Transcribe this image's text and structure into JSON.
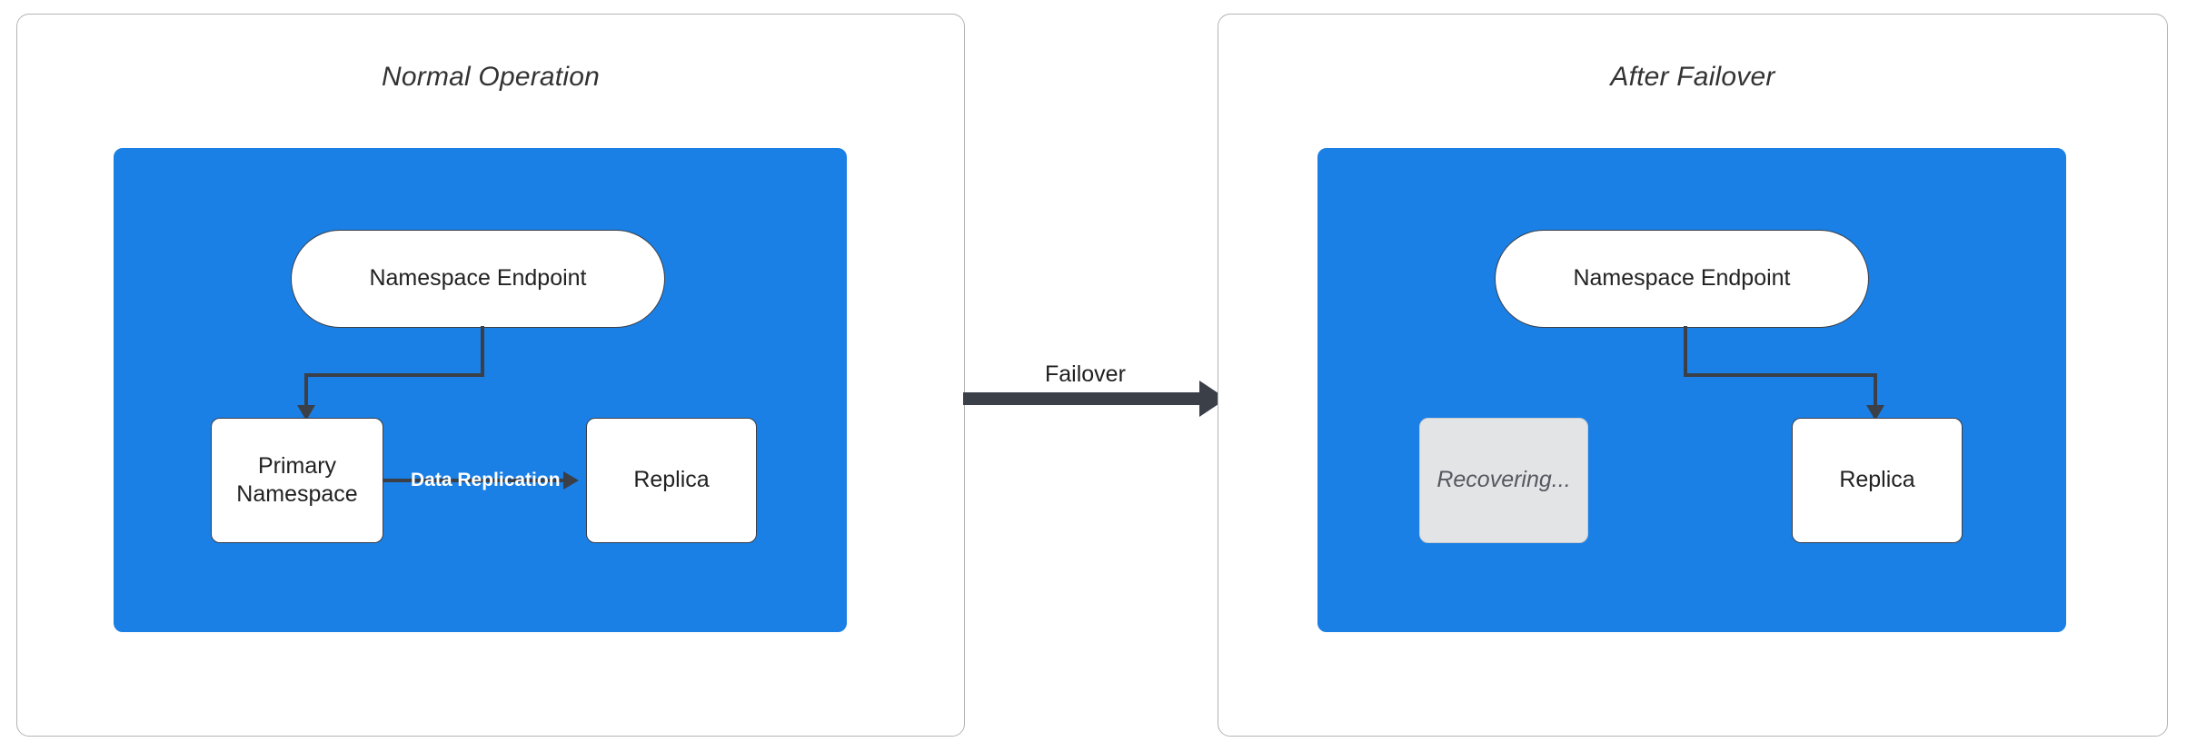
{
  "diagram": {
    "title_left": "Normal Operation",
    "title_right": "After Failover",
    "colors": {
      "cluster_blue": "#1a80e5",
      "connector_dark": "#3a3f48",
      "node_white": "#ffffff",
      "node_muted": "#e2e4e6",
      "panel_border": "#b4b4b4"
    }
  },
  "left_panel": {
    "title": "Normal Operation",
    "nodes": {
      "endpoint": "Namespace Endpoint",
      "primary": "Primary\nNamespace",
      "primary_line1": "Primary",
      "primary_line2": "Namespace",
      "replica": "Replica"
    },
    "edges": {
      "endpoint_to_primary": "",
      "primary_to_replica": "Data Replication"
    }
  },
  "right_panel": {
    "title": "After Failover",
    "nodes": {
      "endpoint": "Namespace Endpoint",
      "recovering": "Recovering...",
      "replica": "Replica"
    },
    "edges": {
      "endpoint_to_replica": ""
    }
  },
  "center": {
    "failover_label": "Failover"
  }
}
